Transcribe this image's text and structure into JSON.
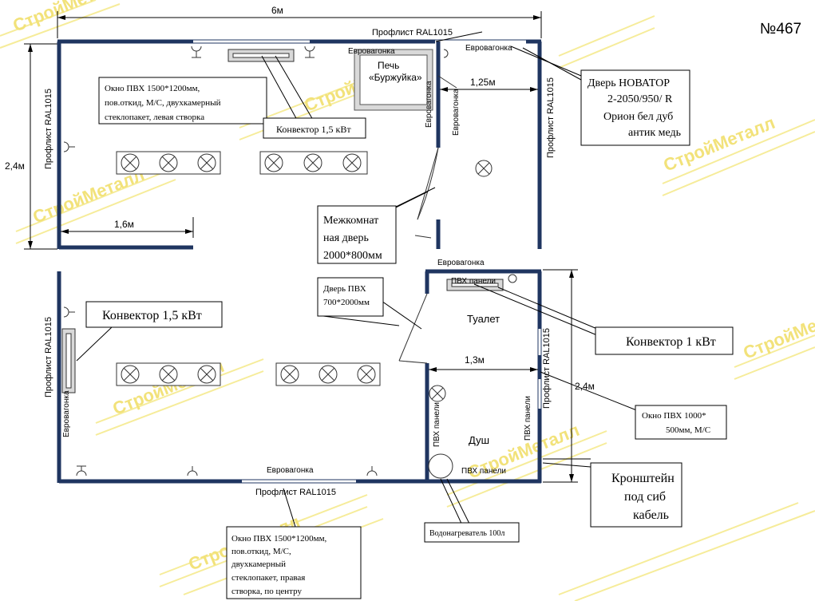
{
  "drawing_number": "№467",
  "watermark": "СтройМеталл",
  "dimensions": {
    "total_width": "6м",
    "room_height_top": "2,4м",
    "room_height_toilet": "2,4м",
    "inner_1_6": "1,6м",
    "inner_1_25": "1,25м",
    "inner_1_3": "1,3м"
  },
  "materials": {
    "profnastil": "Профлист RAL1015",
    "evrovagonka": "Евровагонка",
    "pvh_paneli": "ПВХ панели"
  },
  "rooms": {
    "toilet": "Туалет",
    "shower": "Душ"
  },
  "stove": {
    "line1": "Печь",
    "line2": "«Буржуйка»"
  },
  "callouts": {
    "window_top_lines": [
      "Окно ПВХ 1500*1200мм,",
      "пов.откид, М/С, двухкамерный",
      "стеклопакет, левая створка"
    ],
    "convector_top": "Конвектор 1,5 кВт",
    "door_novator_lines": [
      "Дверь НОВАТОР",
      "2-2050/950/ R",
      "Орион бел дуб",
      "антик медь"
    ],
    "interior_door_lines": [
      "Межкомнат",
      "ная дверь",
      "2000*800мм"
    ],
    "door_pvh_lines": [
      "Дверь ПВХ",
      "700*2000мм"
    ],
    "convector_left": "Конвектор 1,5 кВт",
    "convector_right": "Конвектор 1 кВт",
    "window_small_lines": [
      "Окно ПВХ 1000*",
      "500мм, М/С"
    ],
    "bracket_lines": [
      "Кронштейн",
      "под сиб",
      "кабель"
    ],
    "water_heater": "Водонагреватель 100л",
    "window_bottom_lines": [
      "Окно ПВХ 1500*1200мм,",
      "пов.откид, М/С,",
      "двухкамерный",
      "стеклопакет, правая",
      "створка, по центру"
    ]
  },
  "colors": {
    "wall": "#1f3560",
    "watermark": "#f2e27a",
    "grey_fill": "#d9d9d9"
  }
}
